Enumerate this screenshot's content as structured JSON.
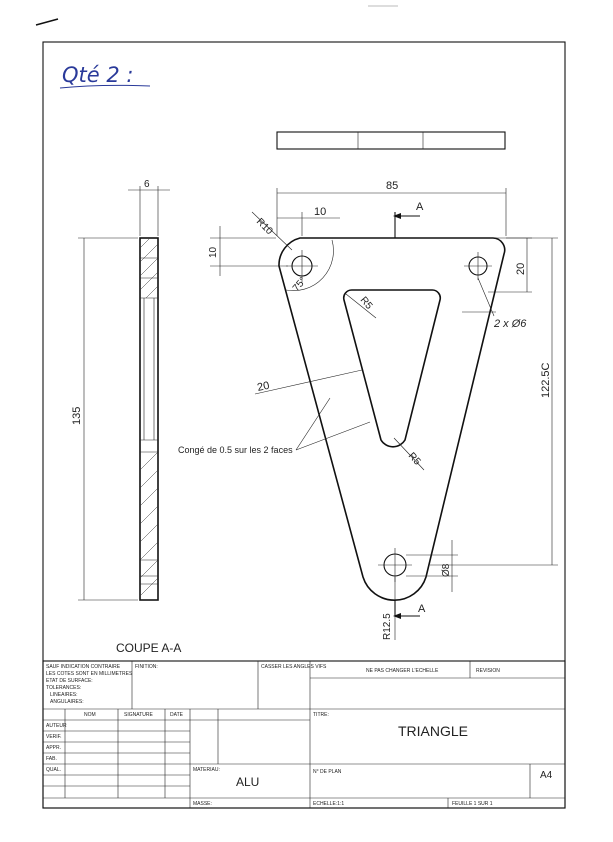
{
  "handnote": "Qté 2 :",
  "dims": {
    "thickness": "6",
    "width": "85",
    "r10": "R10",
    "d10top": "10",
    "d10left": "10",
    "angle": "75°",
    "r5top": "R5",
    "d20right": "20",
    "holes": "2 x Ø6",
    "height_right": "122.5C",
    "height_left": "135",
    "d20slot": "20",
    "fillet_note": "Congé de 0.5 sur les 2 faces",
    "r5bottom": "R5",
    "d8": "Ø8",
    "r12": "R12.5",
    "section_top": "A",
    "section_bottom": "A"
  },
  "section_label": "COUPE A-A",
  "title_block": {
    "general_note_lines": [
      "SAUF INDICATION CONTRAIRE",
      "LES COTES SONT EN MILLIMETRES",
      "ETAT DE SURFACE:",
      "TOLERANCES:",
      "LINEAIRES:",
      "ANGULAIRES:"
    ],
    "finish": "FINITION:",
    "deburr": "CASSER LES ANGLES VIFS",
    "no_scale": "NE PAS CHANGER L'ECHELLE",
    "revision": "REVISION",
    "col_headers": [
      "NOM",
      "SIGNATURE",
      "DATE"
    ],
    "row_labels": [
      "AUTEUR",
      "VERIF.",
      "APPR.",
      "FAB.",
      "QUAL."
    ],
    "title_label": "TITRE:",
    "title": "TRIANGLE",
    "material_label": "MATERIAU:",
    "material": "ALU",
    "drawing_no_label": "N° DE PLAN",
    "sheet_size": "A4",
    "mass_label": "MASSE:",
    "scale_label": "ECHELLE:1:1",
    "sheet_label": "FEUILLE 1 SUR 1"
  }
}
